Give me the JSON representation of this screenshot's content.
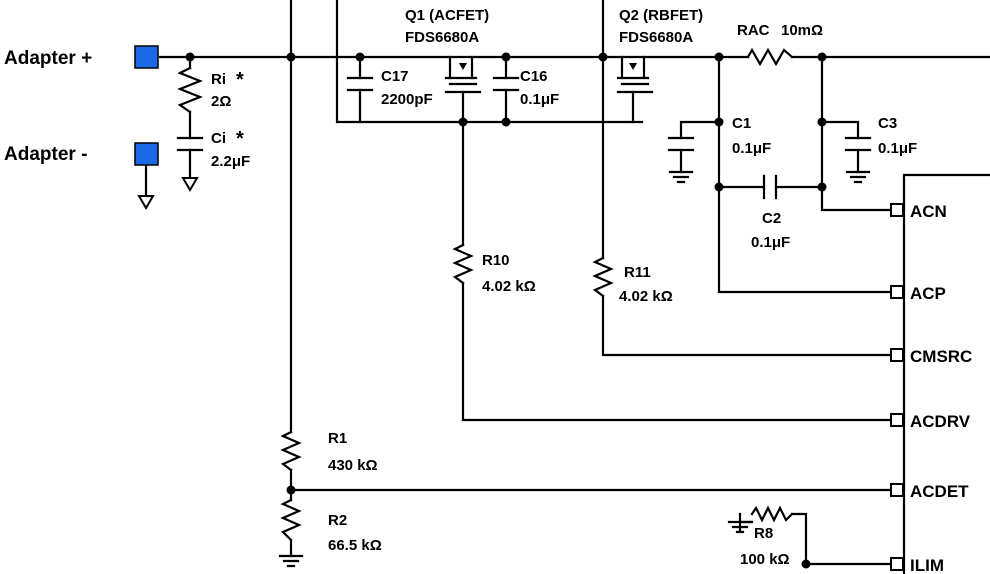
{
  "adapter": {
    "plus": "Adapter +",
    "minus": "Adapter -",
    "terminal_color": "#1a6ae6"
  },
  "components": {
    "ri": {
      "name": "Ri",
      "value": "2Ω",
      "mark": "*"
    },
    "ci": {
      "name": "Ci",
      "value": "2.2μF",
      "mark": "*"
    },
    "q1": {
      "name": "Q1 (ACFET)",
      "part": "FDS6680A"
    },
    "q2": {
      "name": "Q2 (RBFET)",
      "part": "FDS6680A"
    },
    "c17": {
      "name": "C17",
      "value": "2200pF"
    },
    "c16": {
      "name": "C16",
      "value": "0.1μF"
    },
    "rac": {
      "name": "RAC",
      "value": "10mΩ"
    },
    "c1": {
      "name": "C1",
      "value": "0.1μF"
    },
    "c3": {
      "name": "C3",
      "value": "0.1μF"
    },
    "c2": {
      "name": "C2",
      "value": "0.1μF"
    },
    "r10": {
      "name": "R10",
      "value": "4.02 kΩ"
    },
    "r11": {
      "name": "R11",
      "value": "4.02 kΩ"
    },
    "r1": {
      "name": "R1",
      "value": "430 kΩ"
    },
    "r2": {
      "name": "R2",
      "value": "66.5 kΩ"
    },
    "r8": {
      "name": "R8",
      "value": "100 kΩ"
    }
  },
  "pins": [
    "ACN",
    "ACP",
    "CMSRC",
    "ACDRV",
    "ACDET",
    "ILIM"
  ]
}
